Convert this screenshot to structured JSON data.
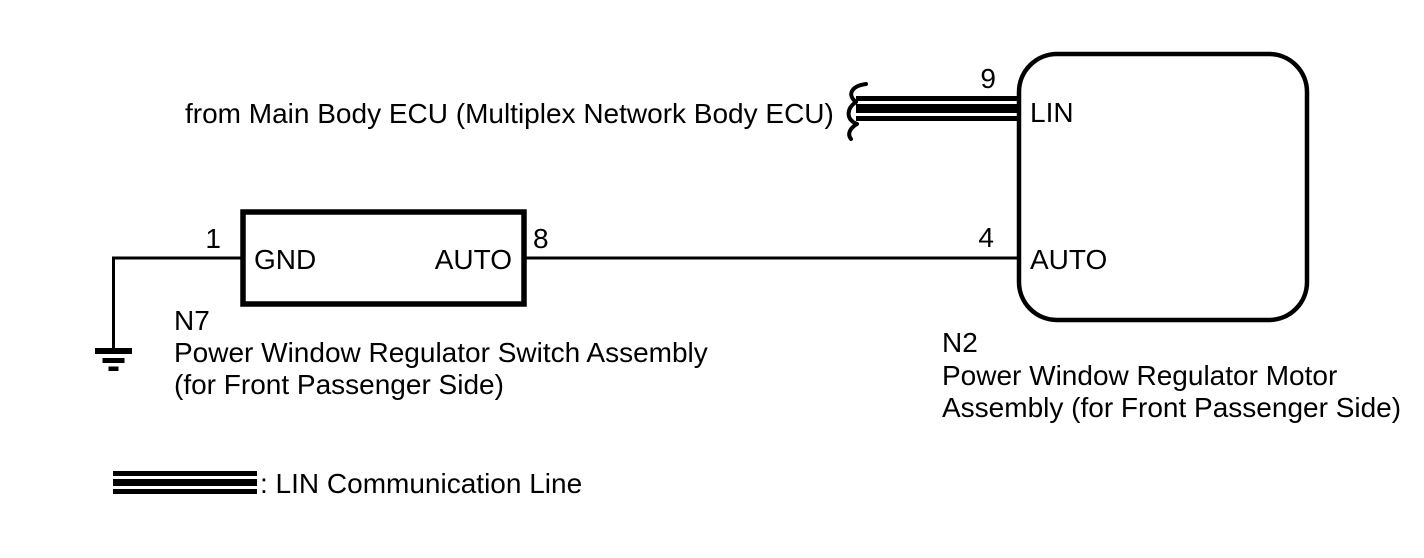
{
  "colors": {
    "ink": "#000000",
    "background": "#ffffff"
  },
  "source_note": {
    "label": "from Main Body ECU (Multiplex Network Body ECU)"
  },
  "motor_assembly": {
    "code": "N2",
    "name_line1": "Power Window Regulator Motor",
    "name_line2": "Assembly (for Front Passenger Side)",
    "lin_pin_number": "9",
    "lin_pin_label": "LIN",
    "auto_pin_number": "4",
    "auto_pin_label": "AUTO"
  },
  "switch_assembly": {
    "code": "N7",
    "name_line1": "Power Window Regulator Switch Assembly",
    "name_line2": "(for Front Passenger Side)",
    "gnd_pin_number": "1",
    "gnd_pin_label": "GND",
    "auto_pin_number": "8",
    "auto_pin_label": "AUTO"
  },
  "legend": {
    "lin_line_label": ": LIN Communication Line"
  }
}
